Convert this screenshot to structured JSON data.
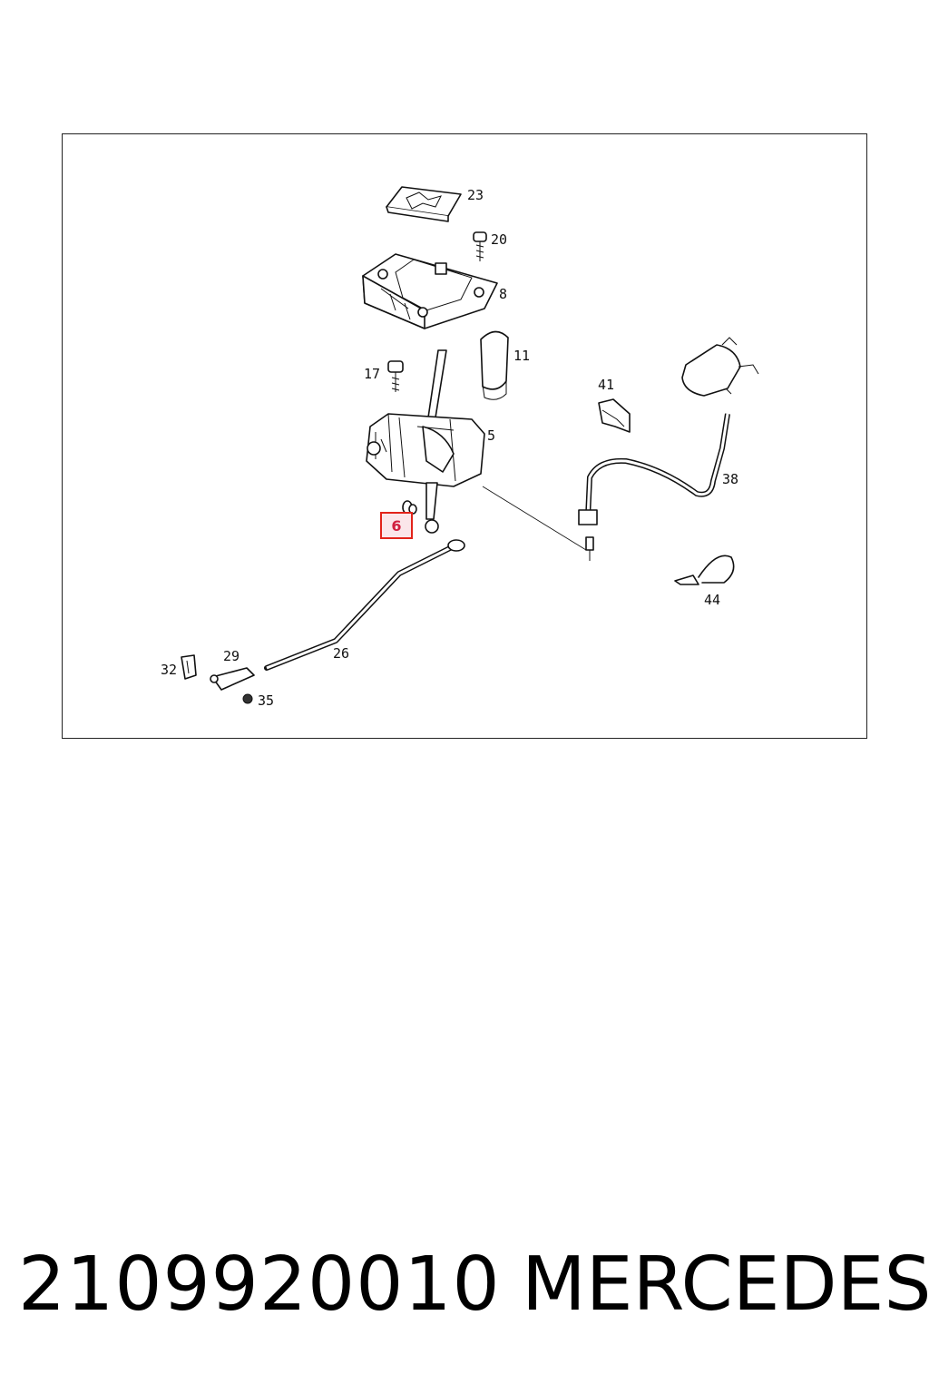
{
  "diagram": {
    "labels": [
      "23",
      "20",
      "8",
      "11",
      "17",
      "41",
      "5",
      "38",
      "6",
      "44",
      "32",
      "29",
      "26",
      "35"
    ],
    "highlighted": "6",
    "highlight_color": "#e2231a"
  },
  "footer": {
    "part_number": "2109920010",
    "brand": "MERCEDES"
  }
}
